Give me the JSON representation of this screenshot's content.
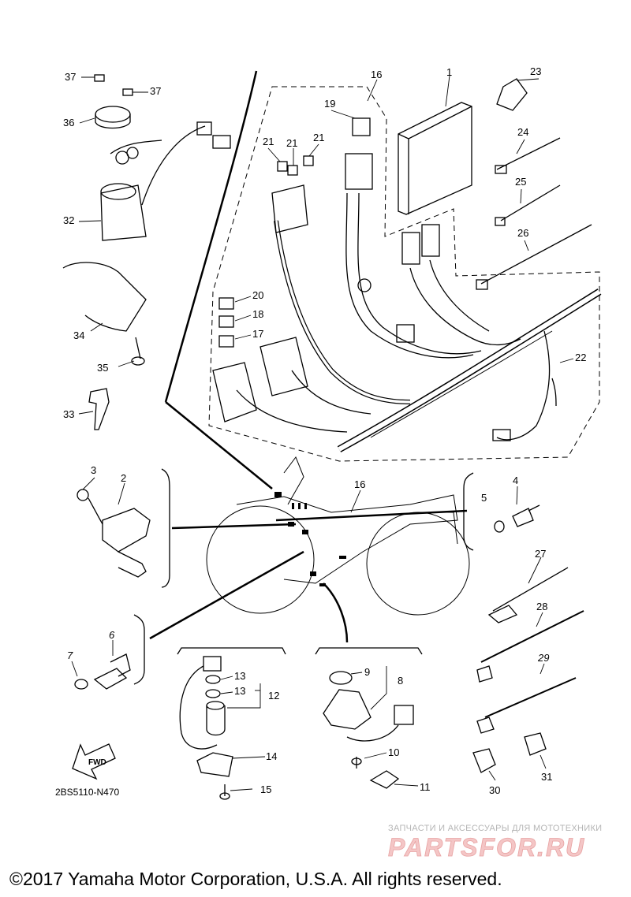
{
  "callouts": {
    "c1": "1",
    "c2": "2",
    "c3": "3",
    "c4": "4",
    "c5": "5",
    "c6": "6",
    "c7": "7",
    "c8": "8",
    "c9": "9",
    "c10": "10",
    "c11": "11",
    "c12": "12",
    "c13a": "13",
    "c13b": "13",
    "c14": "14",
    "c15": "15",
    "c16a": "16",
    "c16b": "16",
    "c17": "17",
    "c18": "18",
    "c19": "19",
    "c20": "20",
    "c21a": "21",
    "c21b": "21",
    "c21c": "21",
    "c22": "22",
    "c23": "23",
    "c24": "24",
    "c25": "25",
    "c26": "26",
    "c27": "27",
    "c28": "28",
    "c29": "29",
    "c30": "30",
    "c31": "31",
    "c32": "32",
    "c33": "33",
    "c34": "34",
    "c35": "35",
    "c36": "36",
    "c37a": "37",
    "c37b": "37"
  },
  "fwd_label": "FWD",
  "diagram_code": "2BS5110-N470",
  "watermark": {
    "subtitle": "ЗАПЧАСТИ И АКСЕССУАРЫ ДЛЯ МОТОТЕХНИКИ",
    "logo": "PARTSFOR.RU"
  },
  "copyright": "©2017 Yamaha Motor Corporation, U.S.A. All rights reserved."
}
